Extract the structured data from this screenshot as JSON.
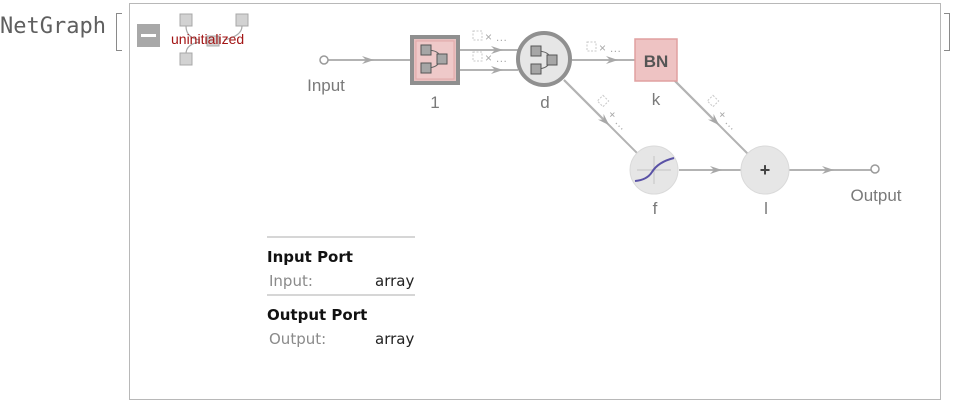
{
  "header": {
    "label": "NetGraph",
    "status": "uninitialized"
  },
  "colors": {
    "status_text": "#a31515",
    "layer_fill": "#eec3c3",
    "layer_border": "#e0a0a0",
    "node_grey": "#e6e6e6",
    "edge": "#b3b3b3",
    "activation_curve": "#5a52a6"
  },
  "graph": {
    "ports": {
      "input": "Input",
      "output": "Output"
    },
    "nodes": [
      {
        "id": "1",
        "type": "container-chain",
        "label": "1"
      },
      {
        "id": "d",
        "type": "container-graph",
        "label": "d"
      },
      {
        "id": "k",
        "type": "batchnorm",
        "label": "k",
        "text": "BN"
      },
      {
        "id": "f",
        "type": "elementwise",
        "label": "f"
      },
      {
        "id": "l",
        "type": "total",
        "label": "l",
        "text": "+"
      }
    ],
    "edge_shape_label": "× …",
    "edge_shape_label_plus": "+ …"
  },
  "ports_table": {
    "input_section": {
      "title": "Input Port",
      "rows": [
        {
          "key": "Input",
          "sep": ":",
          "value": "array"
        }
      ]
    },
    "output_section": {
      "title": "Output Port",
      "rows": [
        {
          "key": "Output",
          "sep": ":",
          "value": "array"
        }
      ]
    }
  }
}
